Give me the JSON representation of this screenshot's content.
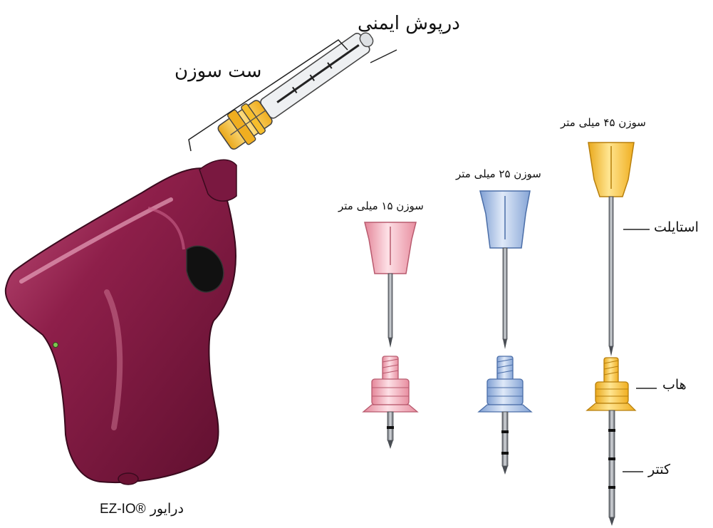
{
  "labels": {
    "safety_cap": "درپوش ایمنی",
    "needle_set": "ست سوزن",
    "needle_45": "سوزن ۴۵ میلی متر",
    "needle_25": "سوزن ۲۵ میلی متر",
    "needle_15": "سوزن ۱۵ میلی متر",
    "stylet": "استایلت",
    "hub": "هاب",
    "catheter": "کتتر",
    "driver": "درایور",
    "driver_brand": "EZ-IO®"
  },
  "colors": {
    "driver_body": "#8e1f4a",
    "driver_dark": "#5e0f2e",
    "needle_45_hub": "#f6be2d",
    "needle_25_hub": "#a9c3ea",
    "needle_15_hub": "#f2a5b3",
    "needle_metal": "#8a8f96"
  }
}
